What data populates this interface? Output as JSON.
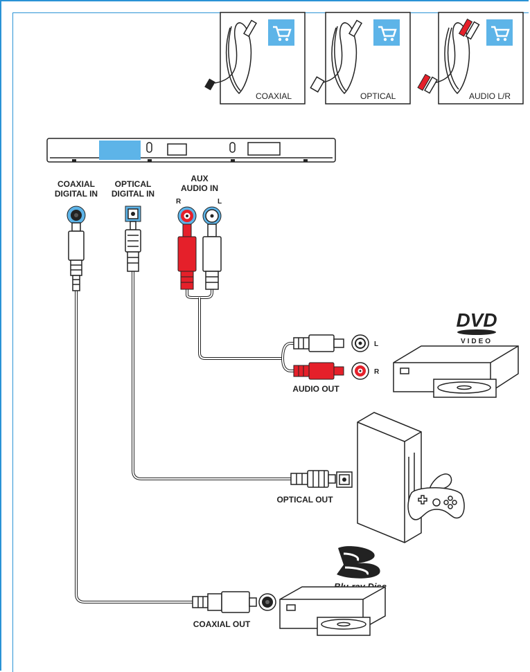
{
  "colors": {
    "accent_blue": "#2a93d5",
    "plug_red": "#e5202a",
    "port_blue": "#5db4e8",
    "outline": "#222222"
  },
  "cables": [
    {
      "label": "COAXIAL",
      "icon": "coaxial-cable-icon"
    },
    {
      "label": "OPTICAL",
      "icon": "optical-cable-icon"
    },
    {
      "label": "AUDIO L/R",
      "icon": "audio-lr-cable-icon"
    }
  ],
  "soundbar": {
    "coaxial_in": [
      "COAXIAL",
      "DIGITAL IN"
    ],
    "optical_in": [
      "OPTICAL",
      "DIGITAL IN"
    ],
    "aux_in": [
      "AUX",
      "AUDIO IN"
    ],
    "aux_r": "R",
    "aux_l": "L"
  },
  "dvd": {
    "logo": "DVD",
    "logo_sub": "VIDEO",
    "audio_out": "AUDIO OUT",
    "l": "L",
    "r": "R"
  },
  "console": {
    "optical_out": "OPTICAL OUT"
  },
  "bluray": {
    "logo": "Blu-ray Disc",
    "coaxial_out": "COAXIAL OUT"
  }
}
